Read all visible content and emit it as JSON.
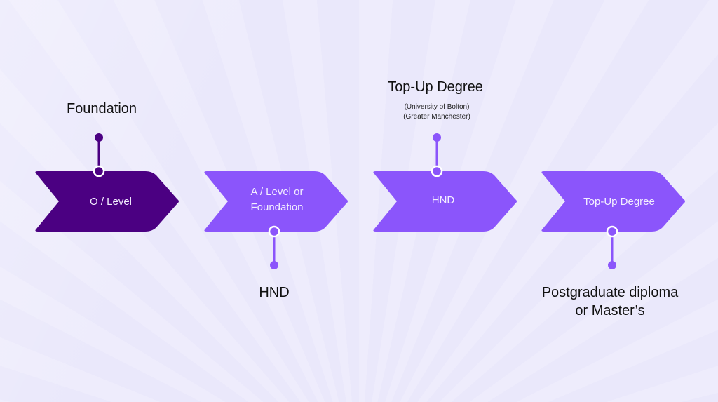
{
  "colors": {
    "step_dark": "#4b0082",
    "step_light": "#8b55fb",
    "background": "#eae8fb"
  },
  "steps": [
    {
      "label_line1": "O / Level",
      "label_line2": "",
      "style": "dark",
      "connector": "top",
      "callout_title": "Foundation",
      "callout_sub1": "",
      "callout_sub2": ""
    },
    {
      "label_line1": "A / Level or",
      "label_line2": "Foundation",
      "style": "light",
      "connector": "bottom",
      "callout_title": "HND",
      "callout_sub1": "",
      "callout_sub2": ""
    },
    {
      "label_line1": "HND",
      "label_line2": "",
      "style": "light",
      "connector": "top",
      "callout_title": "Top-Up Degree",
      "callout_sub1": "(University of Bolton)",
      "callout_sub2": "(Greater Manchester)"
    },
    {
      "label_line1": "Top-Up Degree",
      "label_line2": "",
      "style": "light",
      "connector": "bottom",
      "callout_title": "Postgraduate diploma",
      "callout_sub1": "or Master’s",
      "callout_sub2": ""
    }
  ]
}
